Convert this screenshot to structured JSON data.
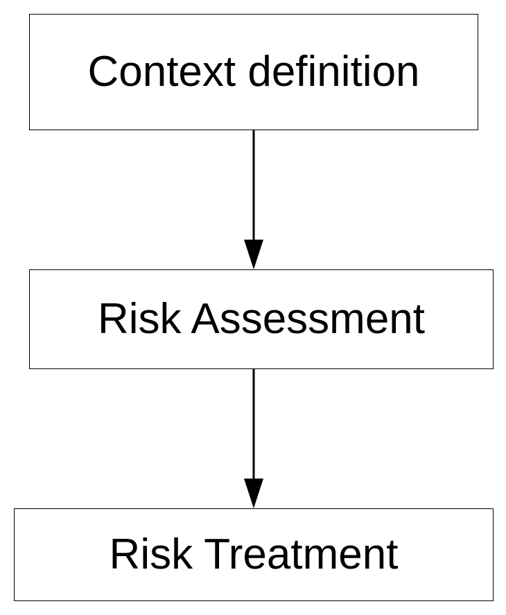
{
  "diagram": {
    "type": "flowchart",
    "direction": "top-to-bottom",
    "line_color": "#000000",
    "box_border_color": "#000000",
    "background_color": "#ffffff",
    "nodes": [
      {
        "id": "context",
        "label": "Context definition"
      },
      {
        "id": "assessment",
        "label": "Risk Assessment"
      },
      {
        "id": "treatment",
        "label": "Risk Treatment"
      }
    ],
    "edges": [
      {
        "from": "context",
        "to": "assessment"
      },
      {
        "from": "assessment",
        "to": "treatment"
      }
    ]
  }
}
